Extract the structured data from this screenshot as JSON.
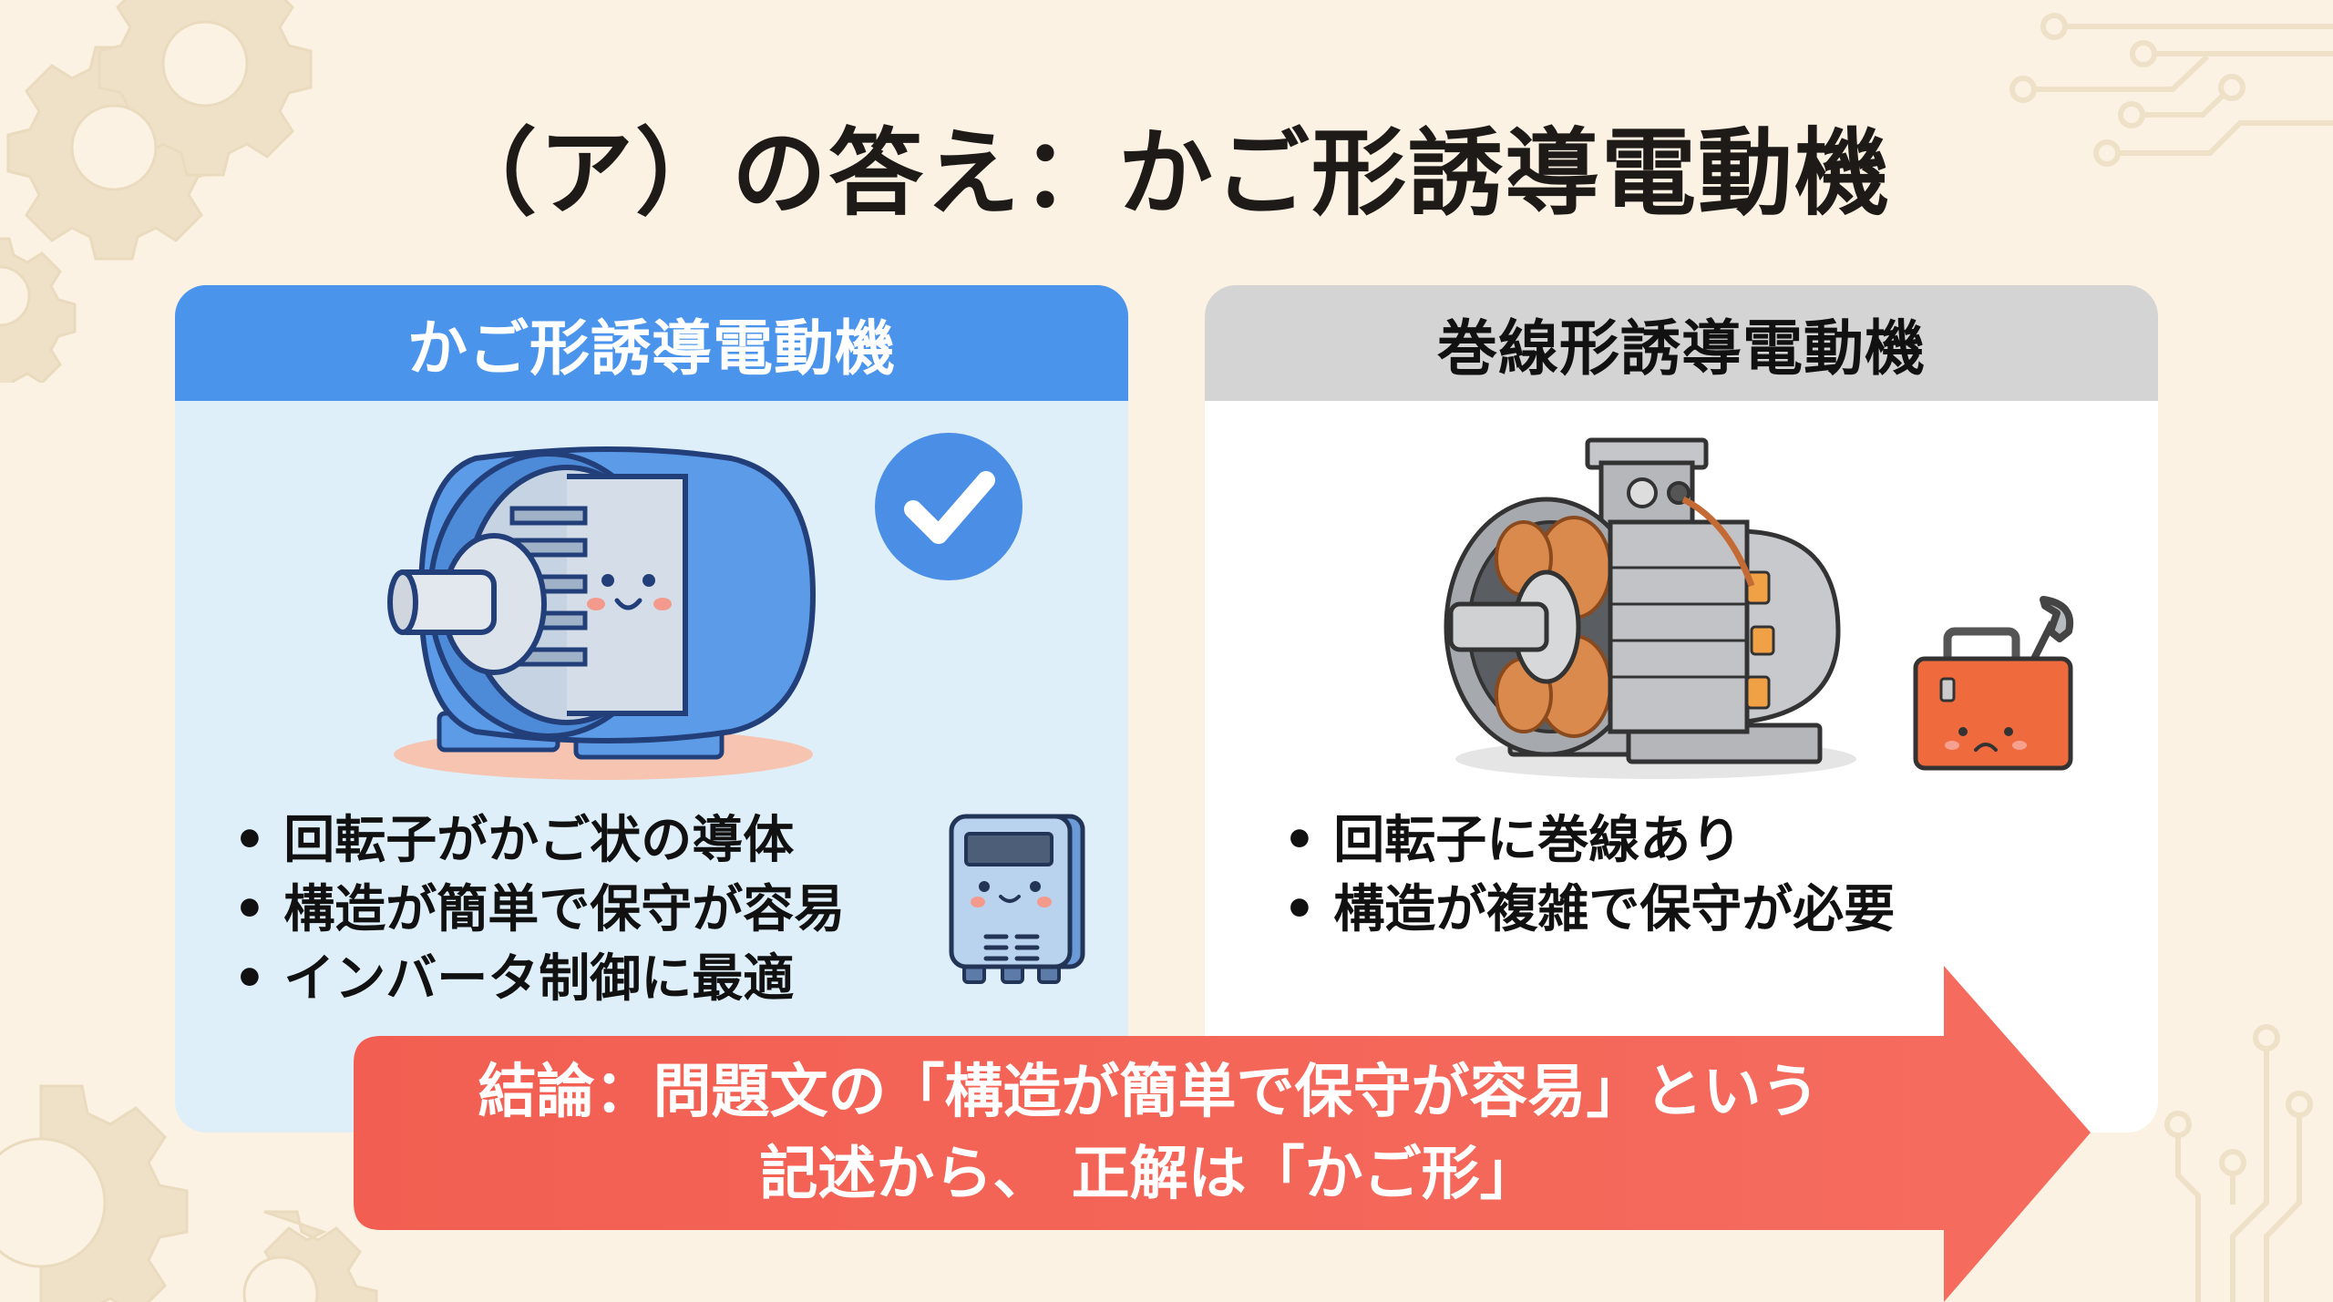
{
  "title": "（ア）の答え：かご形誘導電動機",
  "colors": {
    "background": "#fbf2e4",
    "left_header": "#4b94ec",
    "left_body": "#deeffa",
    "right_header": "#d4d4d4",
    "right_body": "#ffffff",
    "arrow": "#f56a5c",
    "decoration": "#efe1c8"
  },
  "left_card": {
    "header": "かご形誘導電動機",
    "illustration": "squirrel-cage-motor-smiling",
    "badge_icon": "checkmark-icon",
    "device_icon": "inverter-icon",
    "bullets": [
      "回転子がかご状の導体",
      "構造が簡単で保守が容易",
      "インバータ制御に最適"
    ]
  },
  "right_card": {
    "header": "巻線形誘導電動機",
    "illustration": "wound-rotor-motor",
    "tool_icon": "toolbox-wrench-icon",
    "bullets": [
      "回転子に巻線あり",
      "構造が複雑で保守が必要"
    ]
  },
  "conclusion": {
    "line1": "結論：問題文の「構造が簡単で保守が容易」という",
    "line2": "記述から、 正解は「かご形」"
  }
}
